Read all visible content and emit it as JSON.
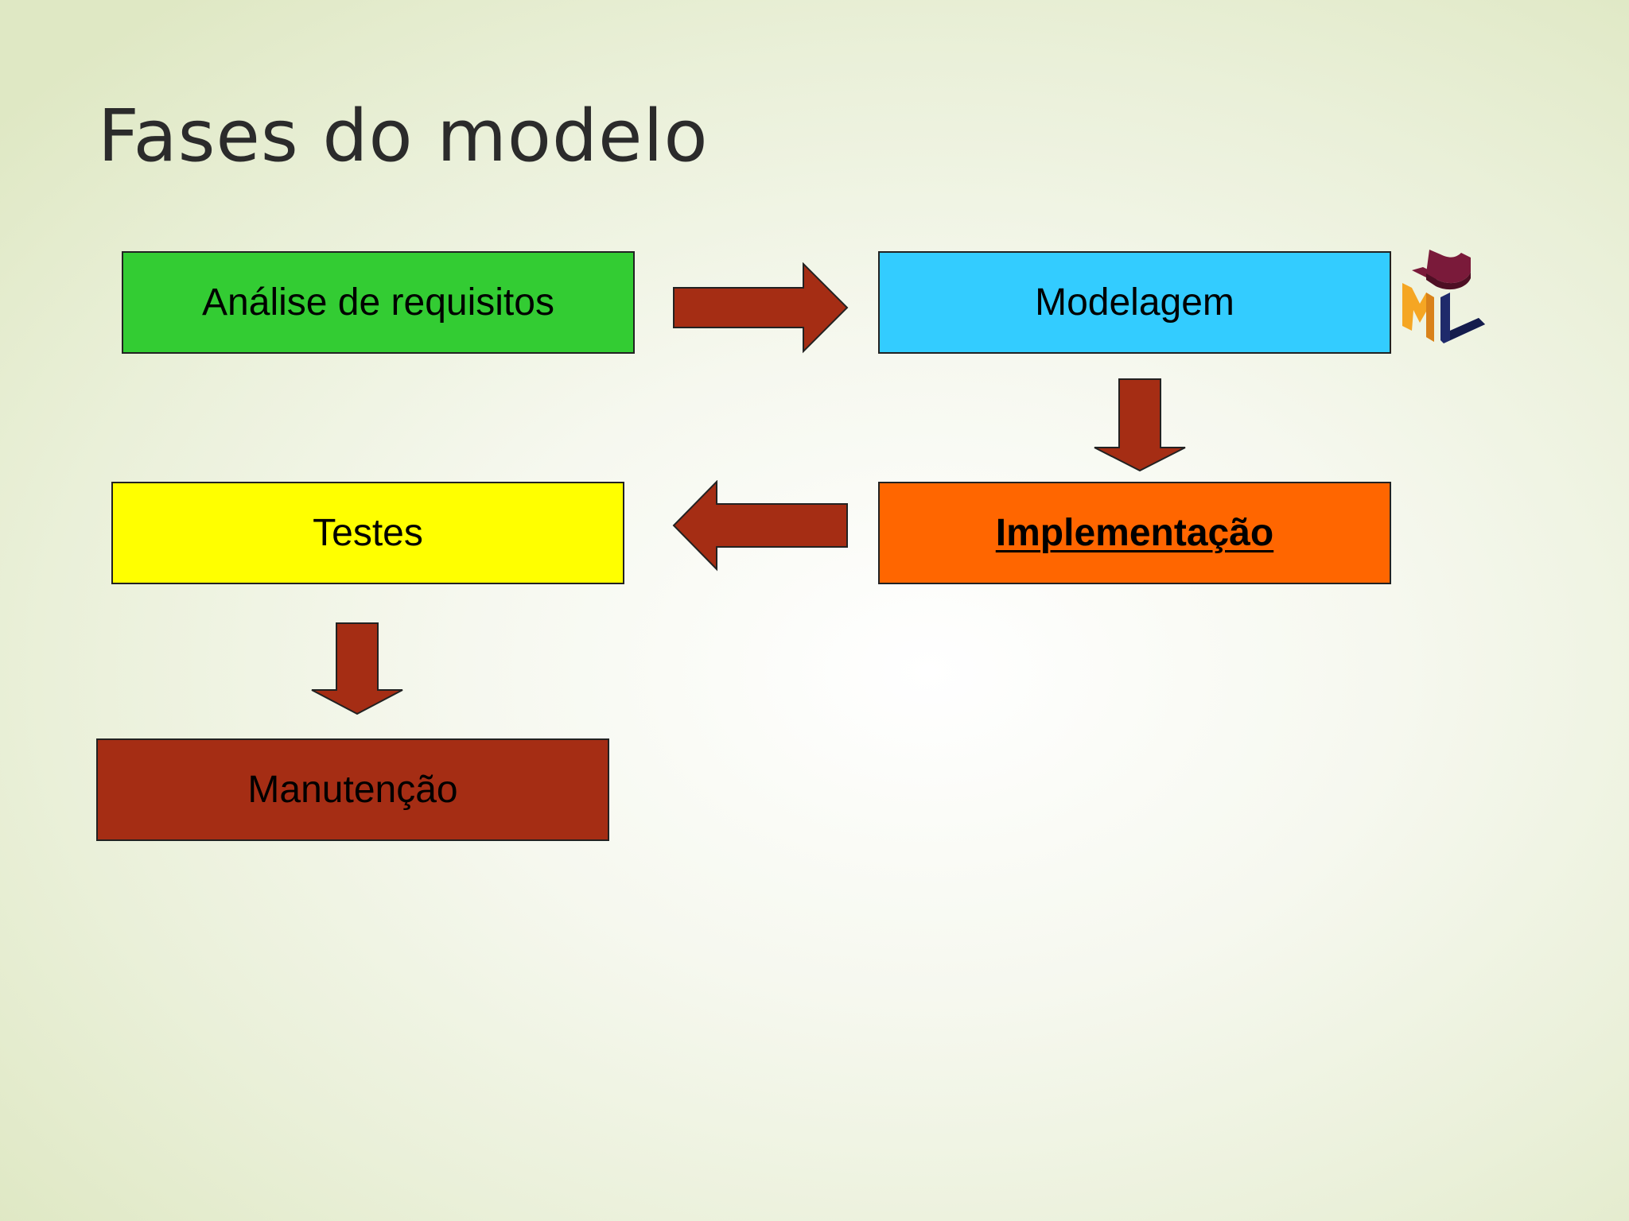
{
  "slide": {
    "title": "Fases do modelo"
  },
  "phases": {
    "analise": "Análise de requisitos",
    "modelagem": "Modelagem",
    "implementacao": "Implementação",
    "testes": "Testes",
    "manutencao": "Manutenção"
  },
  "colors": {
    "analise": "#33cc33",
    "modelagem": "#33ccff",
    "implementacao": "#ff6600",
    "testes": "#ffff00",
    "manutencao": "#a52d14",
    "arrow": "#a52d14"
  },
  "logo": {
    "name": "uml-logo",
    "letters": "UML"
  }
}
